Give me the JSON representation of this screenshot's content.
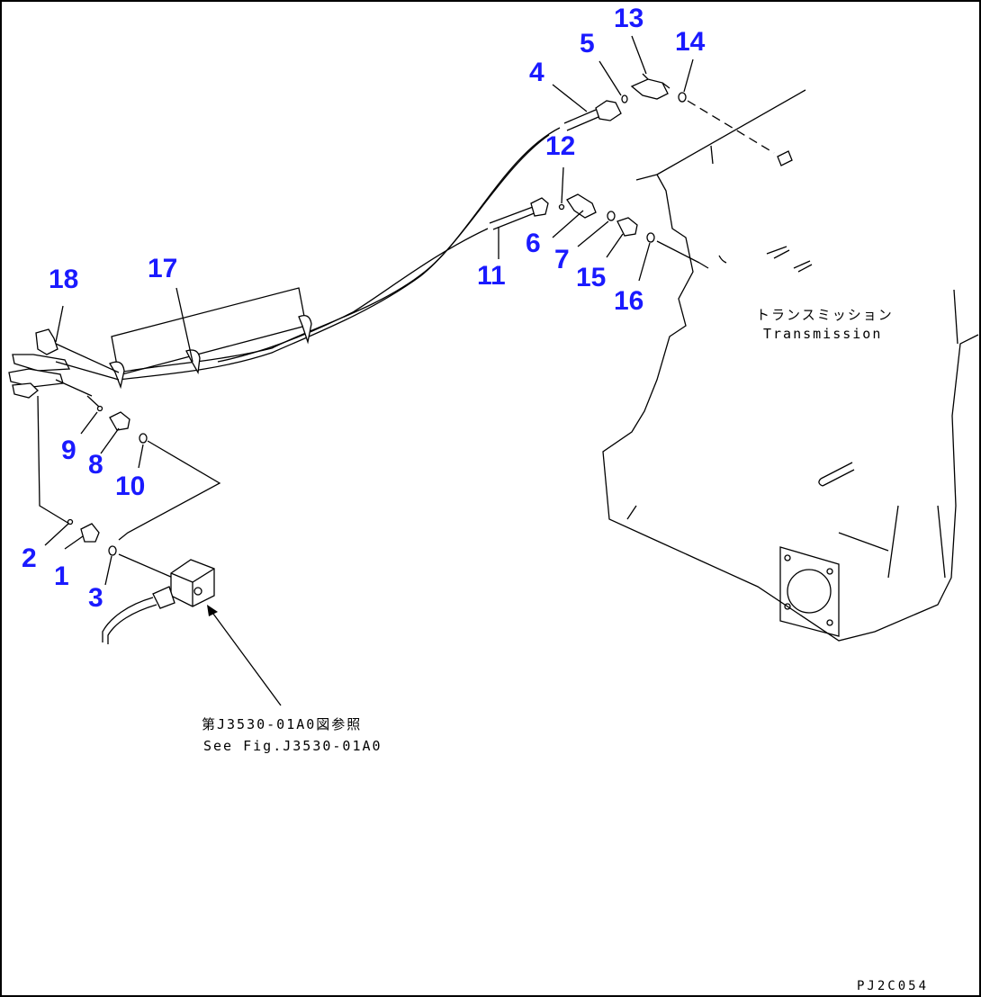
{
  "part_labels": [
    {
      "id": "1",
      "text": "1"
    },
    {
      "id": "2",
      "text": "2"
    },
    {
      "id": "3",
      "text": "3"
    },
    {
      "id": "4",
      "text": "4"
    },
    {
      "id": "5",
      "text": "5"
    },
    {
      "id": "6",
      "text": "6"
    },
    {
      "id": "7",
      "text": "7"
    },
    {
      "id": "8",
      "text": "8"
    },
    {
      "id": "9",
      "text": "9"
    },
    {
      "id": "10",
      "text": "10"
    },
    {
      "id": "11",
      "text": "11"
    },
    {
      "id": "12",
      "text": "12"
    },
    {
      "id": "13",
      "text": "13"
    },
    {
      "id": "14",
      "text": "14"
    },
    {
      "id": "15",
      "text": "15"
    },
    {
      "id": "16",
      "text": "16"
    },
    {
      "id": "17",
      "text": "17"
    },
    {
      "id": "18",
      "text": "18"
    }
  ],
  "transmission_label": {
    "jp": "トランスミッション",
    "en": "Transmission"
  },
  "reference_note": {
    "jp": "第J3530-01A0図参照",
    "en": "See Fig.J3530-01A0"
  },
  "drawing_code": "PJ2C054",
  "colors": {
    "part_number": "#1a1aff",
    "line": "#000000",
    "background": "#ffffff"
  }
}
